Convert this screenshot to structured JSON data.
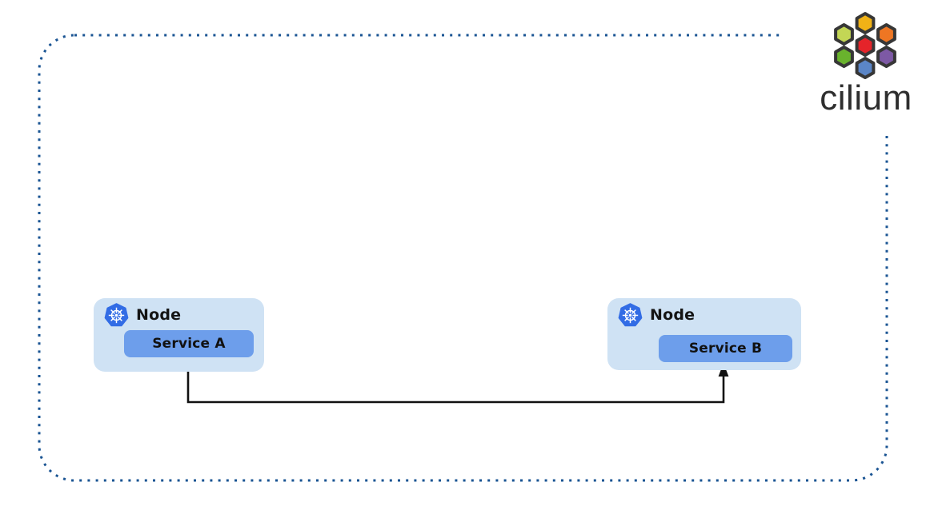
{
  "diagram": {
    "nodes": [
      {
        "label": "Node",
        "service": "Service A",
        "icon": "kubernetes-icon"
      },
      {
        "label": "Node",
        "service": "Service B",
        "icon": "kubernetes-icon"
      }
    ],
    "connection": {
      "from": "Service A",
      "to": "Service B",
      "type": "elbow-arrow"
    }
  },
  "logo": {
    "text": "cilium",
    "icon": "cilium-hexagon-flower-icon"
  },
  "colors": {
    "border_dot": "#1a5493",
    "node_bg": "#cfe2f4",
    "service_bg": "#6d9eeb",
    "node_text": "#141414",
    "service_text": "#111111",
    "k8s_blue": "#326ce5",
    "arrow": "#111111",
    "logo_text": "#2e2e2e",
    "hex_outline": "#373737",
    "hex_top": "#f0b216",
    "hex_upper_left": "#c3d655",
    "hex_upper_right": "#ee7623",
    "hex_center": "#e5242a",
    "hex_lower_left": "#69b32d",
    "hex_lower_right": "#7d59a5",
    "hex_bottom": "#5b86c7"
  }
}
